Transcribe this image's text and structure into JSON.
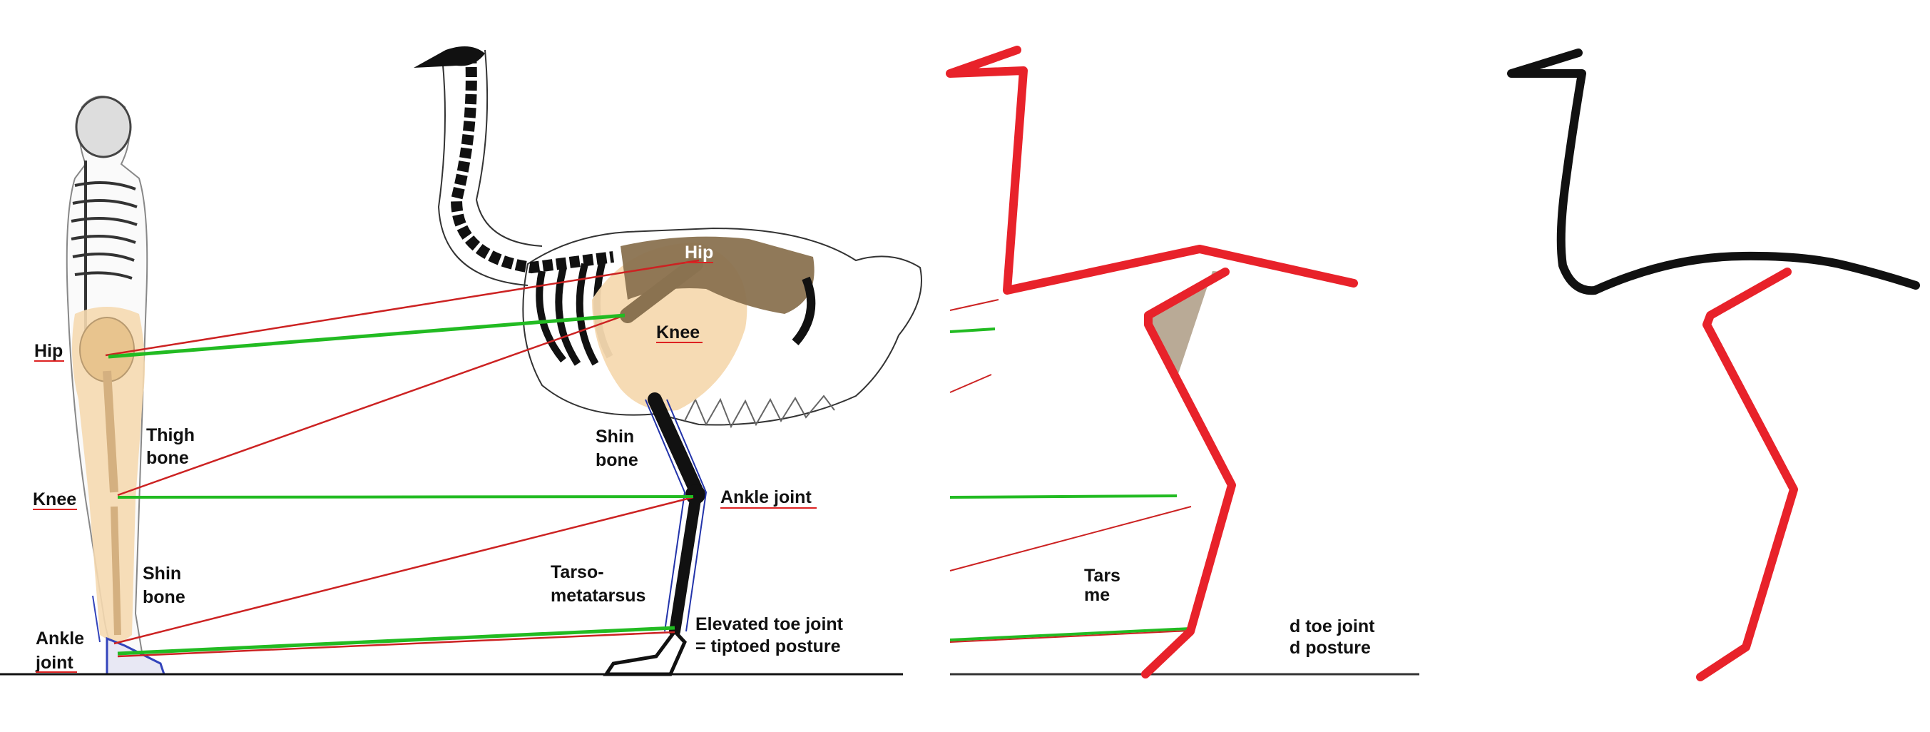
{
  "human_labels": {
    "hip": "Hip",
    "thigh_1": "Thigh",
    "thigh_2": "bone",
    "knee": "Knee",
    "shin_1": "Shin",
    "shin_2": "bone",
    "ankle_1": "Ankle",
    "ankle_2": "joint"
  },
  "ostrich_labels": {
    "hip": "Hip",
    "knee": "Knee",
    "shin_1": "Shin",
    "shin_2": "bone",
    "ankle": "Ankle joint",
    "tarso_1": "Tarso-",
    "tarso_2": "metatarsus",
    "toe_1": "Elevated toe joint",
    "toe_2": "= tiptoed posture"
  },
  "traced_panel_labels": {
    "tarso_fragment_1": "Tars",
    "tarso_fragment_2": "me",
    "toe_fragment_1": "d toe joint",
    "toe_fragment_2": "d posture"
  },
  "colors": {
    "stick_red": "#e8222a",
    "match_green": "#22bb22",
    "match_red": "#cc2222",
    "bone_beige": "#f5d9b0",
    "pelvis_brown": "#8a7250",
    "underline": "#dd2222"
  }
}
